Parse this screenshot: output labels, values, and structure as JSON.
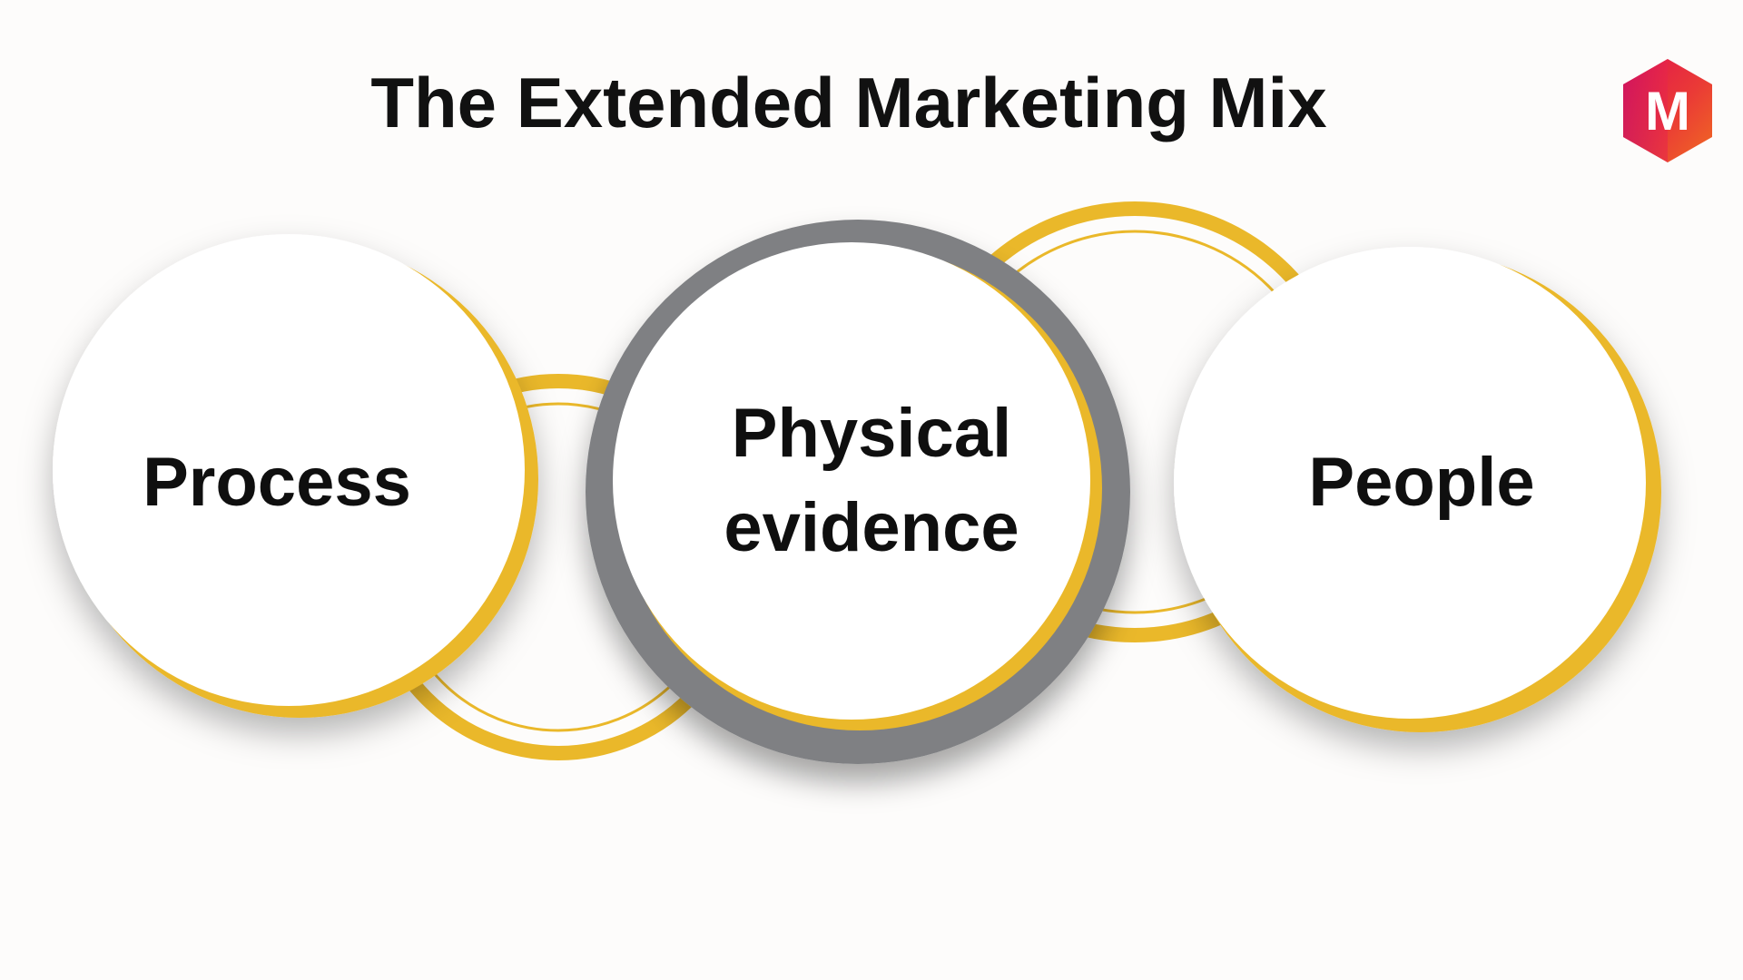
{
  "title": "The Extended Marketing Mix",
  "logo": {
    "letter": "M",
    "icon": "hexagon-logo-icon",
    "gradient": [
      "#e1144f",
      "#f05a28",
      "#d41a8a"
    ]
  },
  "circles": [
    {
      "label": "Process"
    },
    {
      "label_line1": "Physical",
      "label_line2": "evidence"
    },
    {
      "label": "People"
    }
  ],
  "colors": {
    "accent_yellow": "#eab82a",
    "ring_gray": "#7f8083",
    "circle_fill": "#ffffff",
    "text": "#111111"
  }
}
